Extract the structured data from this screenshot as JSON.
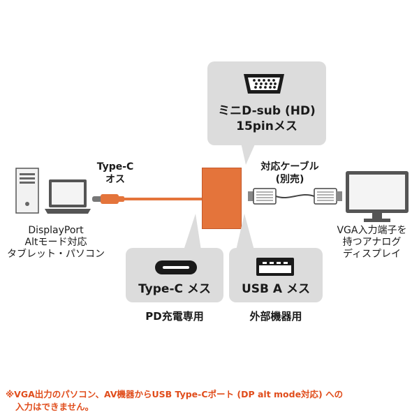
{
  "connectors": {
    "minidsub_label_line1": "ミニD-sub (HD)",
    "minidsub_label_line2": "15pinメス",
    "typec_label": "Type-C メス",
    "usba_label": "USB A メス"
  },
  "cable": {
    "typec_plug_line1": "Type-C",
    "typec_plug_line2": "オス",
    "vga_cable_line1": "対応ケーブル",
    "vga_cable_line2": "(別売)"
  },
  "devices": {
    "source_line1": "DisplayPort",
    "source_line2": "Altモード対応",
    "source_line3": "タブレット・パソコン",
    "display_line1": "VGA入力端子を",
    "display_line2": "持つアナログ",
    "display_line3": "ディスプレイ"
  },
  "usage": {
    "pd_label": "PD充電専用",
    "usb_label": "外部機器用"
  },
  "footnote": {
    "line1": "※VGA出力のパソコン、AV機器からUSB Type-Cポート (DP alt mode対応) への",
    "line2": "入力はできません。"
  },
  "colors": {
    "adapter": "#e4743b",
    "callout": "#dcdcdc",
    "note": "#e04d1c"
  }
}
